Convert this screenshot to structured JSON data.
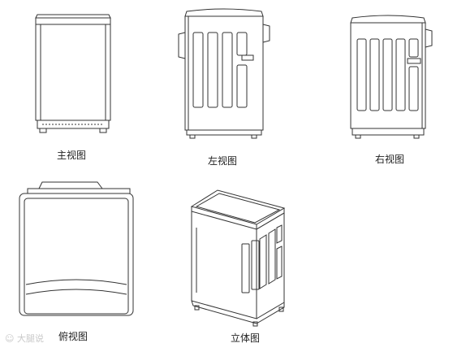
{
  "views": {
    "front": "主视图",
    "left": "左视图",
    "right": "右视图",
    "top": "俯视图",
    "iso": "立体图"
  },
  "watermark": "大腿说"
}
